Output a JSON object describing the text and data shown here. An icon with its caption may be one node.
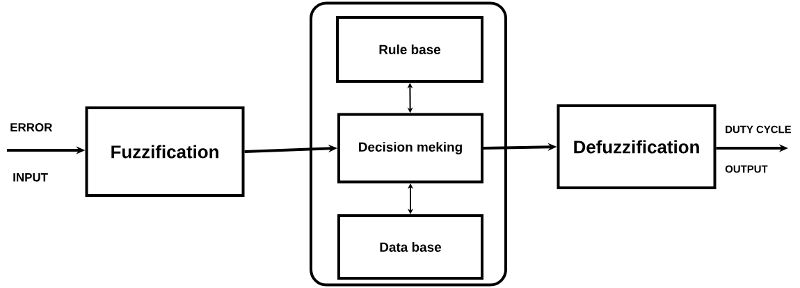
{
  "diagram": {
    "nodes": [
      {
        "text": [
          "Fuzzification"
        ]
      },
      {
        "text": [],
        "shape": "box"
      },
      {
        "text": [
          "Rule base"
        ],
        "in": 1
      },
      {
        "text": [
          "Decision meking"
        ],
        "in": 1
      },
      {
        "text": [
          "Data base"
        ],
        "in": 1
      },
      {
        "text": [
          "Defuzzification"
        ]
      }
    ],
    "edges": [
      {
        "from": null,
        "to": 0,
        "arrow": "to"
      },
      {
        "from": 0,
        "to": 3,
        "arrow": "to"
      },
      {
        "from": 3,
        "to": 2,
        "arrow": "both"
      },
      {
        "from": 3,
        "to": 4,
        "arrow": "both"
      },
      {
        "from": 3,
        "to": 5,
        "arrow": "to"
      },
      {
        "from": 5,
        "to": null,
        "arrow": "to"
      }
    ],
    "labels": [
      "ERROR",
      "INPUT",
      "DUTY CYCLE",
      "OUTPUT"
    ]
  }
}
